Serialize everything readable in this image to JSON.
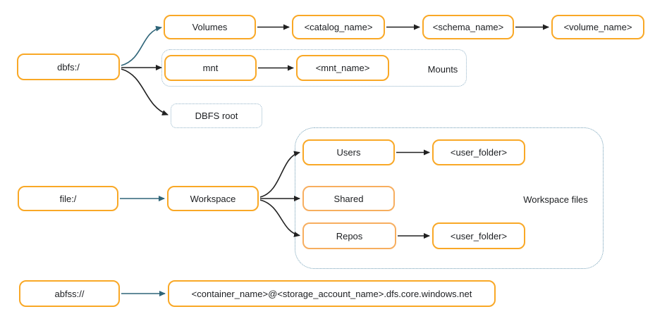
{
  "diagram": {
    "nodes": {
      "dbfs": {
        "label": "dbfs:/"
      },
      "volumes": {
        "label": "Volumes"
      },
      "catalog_name": {
        "label": "<catalog_name>"
      },
      "schema_name": {
        "label": "<schema_name>"
      },
      "volume_name": {
        "label": "<volume_name>"
      },
      "mnt": {
        "label": "mnt"
      },
      "mnt_name": {
        "label": "<mnt_name>"
      },
      "dbfs_root": {
        "label": "DBFS root"
      },
      "file": {
        "label": "file:/"
      },
      "workspace": {
        "label": "Workspace"
      },
      "users": {
        "label": "Users"
      },
      "user_folder_top": {
        "label": "<user_folder>"
      },
      "shared": {
        "label": "Shared"
      },
      "repos": {
        "label": "Repos"
      },
      "user_folder_bottom": {
        "label": "<user_folder>"
      },
      "abfss": {
        "label": "abfss://"
      },
      "azure_path": {
        "label": "<container_name>@<storage_account_name>.dfs.core.windows.net"
      }
    },
    "groups": {
      "mounts": {
        "label": "Mounts"
      },
      "workspace_files": {
        "label": "Workspace files"
      }
    },
    "edges": [
      {
        "from": "dbfs",
        "to": "volumes",
        "color": "teal"
      },
      {
        "from": "dbfs",
        "to": "mnt",
        "color": "black"
      },
      {
        "from": "dbfs",
        "to": "dbfs_root",
        "color": "black"
      },
      {
        "from": "volumes",
        "to": "catalog_name",
        "color": "black"
      },
      {
        "from": "catalog_name",
        "to": "schema_name",
        "color": "black"
      },
      {
        "from": "schema_name",
        "to": "volume_name",
        "color": "black"
      },
      {
        "from": "mnt",
        "to": "mnt_name",
        "color": "black"
      },
      {
        "from": "file",
        "to": "workspace",
        "color": "teal"
      },
      {
        "from": "workspace",
        "to": "users",
        "color": "black"
      },
      {
        "from": "workspace",
        "to": "shared",
        "color": "black"
      },
      {
        "from": "workspace",
        "to": "repos",
        "color": "black"
      },
      {
        "from": "users",
        "to": "user_folder_top",
        "color": "black"
      },
      {
        "from": "repos",
        "to": "user_folder_bottom",
        "color": "black"
      },
      {
        "from": "abfss",
        "to": "azure_path",
        "color": "teal"
      }
    ],
    "colors": {
      "box_border": "#F9A826",
      "box_border_light": "#F7AE5F",
      "arrow_black": "#212121",
      "arrow_teal": "#2F6579",
      "dotted_blue": "#93B4C8",
      "dotted_teal": "#6E9CB4",
      "text": "#1C1E21",
      "background": "#FFFFFF"
    }
  }
}
